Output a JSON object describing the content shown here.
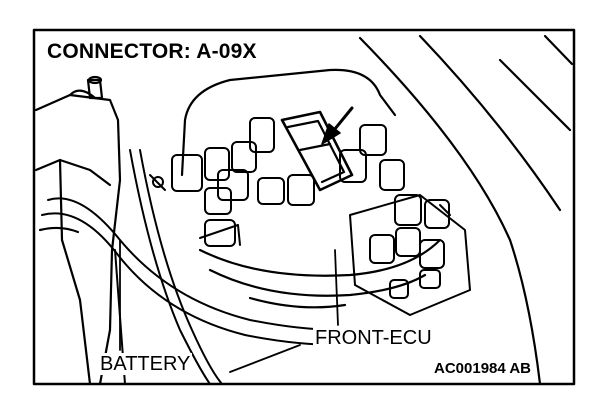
{
  "diagram": {
    "title": "CONNECTOR: A-09X",
    "labels": {
      "battery": "BATTERY",
      "front_ecu": "FRONT-ECU"
    },
    "figure_code": "AC001984 AB"
  }
}
